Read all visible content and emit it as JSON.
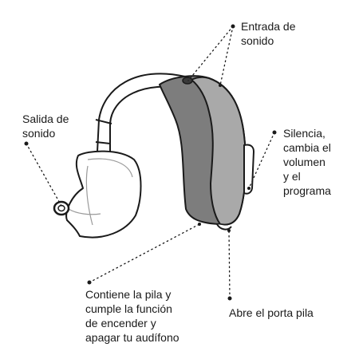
{
  "labels": {
    "entrada_sonido": [
      "Entrada de",
      "sonido"
    ],
    "salida_sonido": [
      "Salida de",
      "sonido"
    ],
    "silencia": [
      "Silencia,",
      "cambia el",
      "volumen",
      "y el",
      "programa"
    ],
    "contiene_pila": [
      "Contiene la pila y",
      "cumple la función",
      "de encender y",
      "apagar tu audífono"
    ],
    "abre_porta_pila": [
      "Abre el porta pila"
    ]
  },
  "colors": {
    "outline": "#1a1a1a",
    "body_dark": "#7d7d7d",
    "body_light": "#a9a9a9",
    "background": "#ffffff"
  }
}
